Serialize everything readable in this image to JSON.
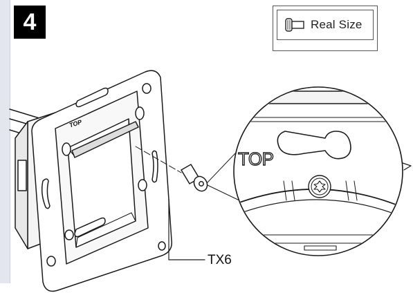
{
  "step": {
    "number": "4"
  },
  "real_size": {
    "label": "Real Size",
    "icon": "screw-icon"
  },
  "diagram": {
    "top_mark_large": "TOP",
    "top_mark_small": "TOP",
    "tool_label": "TX6"
  }
}
